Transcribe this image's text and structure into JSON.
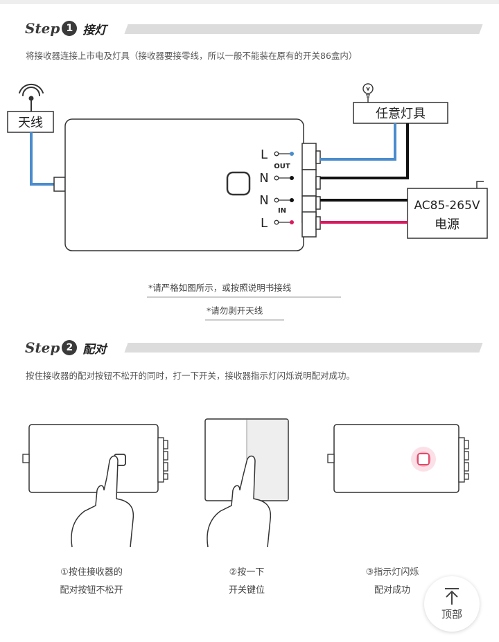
{
  "step1": {
    "step_word": "Step",
    "number": "1",
    "title": "接灯",
    "description": "将接收器连接上市电及灯具（接收器要接零线，所以一般不能装在原有的开关86盒内）"
  },
  "wiring": {
    "antenna_label": "天线",
    "lamp_label": "任意灯具",
    "power_label_line1": "AC85-265V",
    "power_label_line2": "电源",
    "terminal_l_out": "L",
    "terminal_n_out": "N",
    "terminal_n_in": "N",
    "terminal_l_in": "L",
    "out_label": "OUT",
    "in_label": "IN",
    "wire_colors": {
      "live_out": "#4a8ccd",
      "neutral": "#111111",
      "live_in": "#d81b60"
    }
  },
  "notes": {
    "note1": "*请严格如图所示，或按照说明书接线",
    "note2": "*请勿剥开天线"
  },
  "step2": {
    "step_word": "Step",
    "number": "2",
    "title": "配对",
    "description": "按住接收器的配对按钮不松开的同时，打一下开关，接收器指示灯闪烁说明配对成功。"
  },
  "pairing": {
    "step_a_line1": "①按住接收器的",
    "step_a_line2": "配对按钮不松开",
    "step_b_line1": "②按一下",
    "step_b_line2": "开关键位",
    "step_c_line1": "③指示灯闪烁",
    "step_c_line2": "配对成功"
  },
  "back_to_top": {
    "label": "顶部",
    "icon": "arrow-up-icon"
  }
}
